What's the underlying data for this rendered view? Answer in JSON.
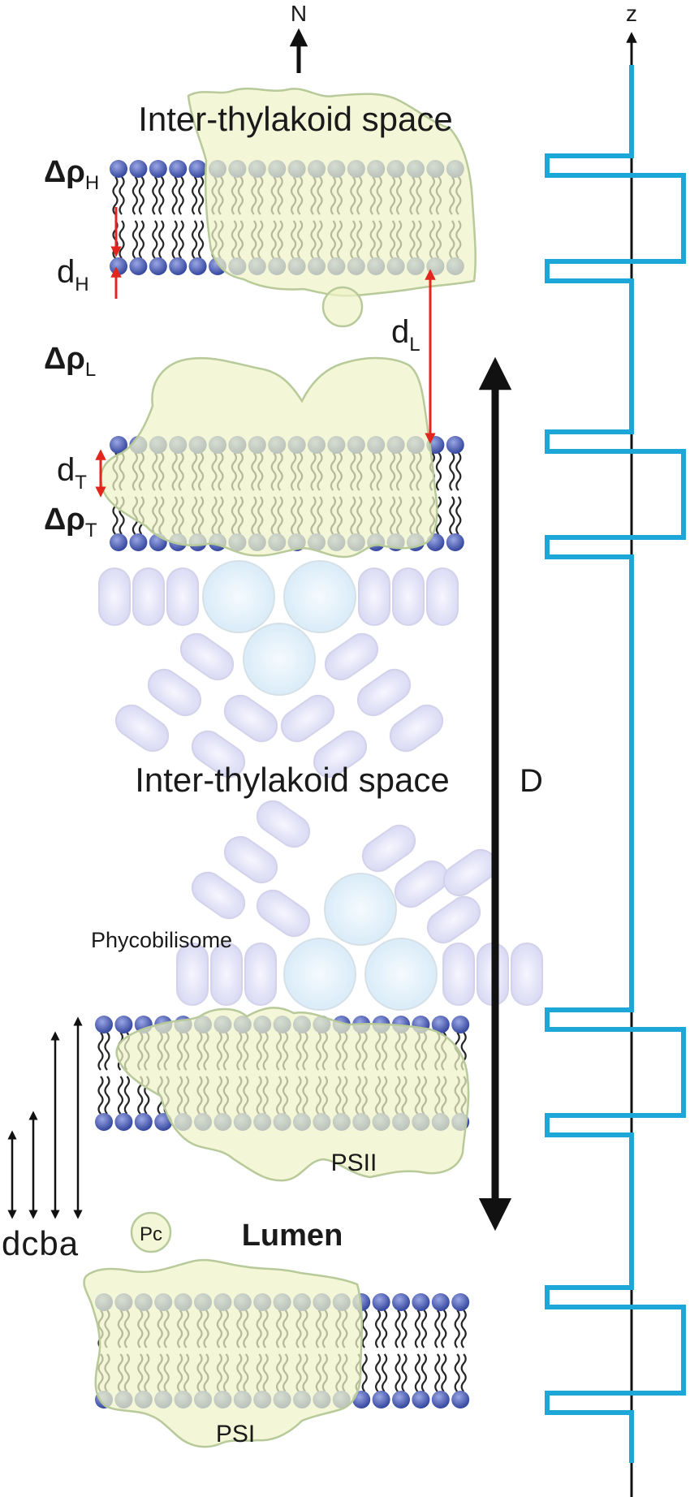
{
  "labels": {
    "north": "N",
    "z_axis": "z",
    "inter_thylakoid_top": "Inter-thylakoid space",
    "inter_thylakoid_mid": "Inter-thylakoid space",
    "delta_rho": "Δρ",
    "sub_h": "H",
    "sub_l": "L",
    "sub_t": "T",
    "d_letter": "d",
    "big_d": "D",
    "phycobilisome": "Phycobilisome",
    "psii": "PSII",
    "psi": "PSI",
    "pc": "Pc",
    "lumen": "Lumen",
    "repeat_letters": "dcba"
  },
  "colors": {
    "protein_fill": "#eef3c8",
    "protein_stroke": "#b8c99a",
    "headgroup": "#3d52a8",
    "tail_dark": "#1c1c1c",
    "tail_light": "#777777",
    "pbs_disc": "#d6d6f4",
    "pbs_core": "#cfe6f6",
    "profile_line": "#1da7d8",
    "red_arrow": "#e2261d",
    "black": "#111111"
  }
}
